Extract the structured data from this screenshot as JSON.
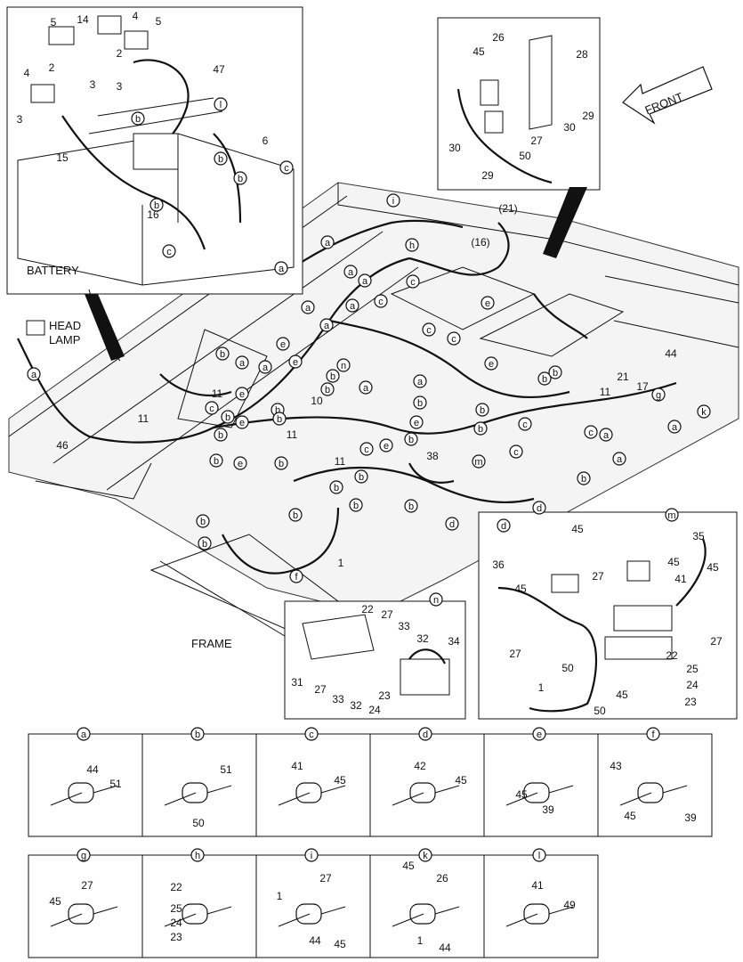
{
  "titles": {
    "battery": "BATTERY",
    "head_lamp_line1": "HEAD",
    "head_lamp_line2": "LAMP",
    "frame": "FRAME",
    "front": "FRONT"
  },
  "battery_labels": [
    "5",
    "14",
    "4",
    "5",
    "4",
    "2",
    "2",
    "3",
    "47",
    "3",
    "3",
    "l",
    "b",
    "15",
    "b",
    "b",
    "6",
    "c",
    "16",
    "b",
    "c"
  ],
  "inset_top_labels": [
    "26",
    "28",
    "45",
    "29",
    "27",
    "30",
    "30",
    "50",
    "29"
  ],
  "main_labels": [
    "i",
    "a",
    "h",
    "(21)",
    "(16)",
    "a",
    "a",
    "a",
    "a",
    "a",
    "c",
    "e",
    "a",
    "n",
    "c",
    "e",
    "c",
    "c",
    "e",
    "a",
    "a",
    "b",
    "e",
    "b",
    "b",
    "e",
    "c",
    "a",
    "a",
    "b",
    "b",
    "e",
    "11",
    "11",
    "b",
    "e",
    "10",
    "b",
    "b",
    "c",
    "b",
    "11",
    "e",
    "b",
    "b",
    "e",
    "b",
    "c",
    "b",
    "11",
    "b",
    "c",
    "b",
    "b",
    "38",
    "m",
    "b",
    "b",
    "b",
    "d",
    "d",
    "d",
    "b",
    "b",
    "f",
    "1",
    "44",
    "21",
    "11",
    "17",
    "g",
    "k",
    "a",
    "a",
    "c",
    "a",
    "b",
    "b",
    "a",
    "46"
  ],
  "inset_n_labels": [
    "n",
    "22",
    "27",
    "33",
    "32",
    "34",
    "31",
    "27",
    "33",
    "32",
    "24",
    "23"
  ],
  "inset_m_labels": [
    "m",
    "45",
    "35",
    "36",
    "27",
    "45",
    "45",
    "45",
    "41",
    "27",
    "27",
    "50",
    "22",
    "25",
    "24",
    "23",
    "1",
    "50",
    "45"
  ],
  "detail_panels": [
    {
      "key": "a",
      "parts": [
        "44",
        "51"
      ]
    },
    {
      "key": "b",
      "parts": [
        "51",
        "50"
      ]
    },
    {
      "key": "c",
      "parts": [
        "41",
        "45"
      ]
    },
    {
      "key": "d",
      "parts": [
        "42",
        "45"
      ]
    },
    {
      "key": "e",
      "parts": [
        "45",
        "39"
      ]
    },
    {
      "key": "f",
      "parts": [
        "43",
        "45",
        "39"
      ]
    },
    {
      "key": "g",
      "parts": [
        "27",
        "45"
      ]
    },
    {
      "key": "h",
      "parts": [
        "22",
        "25",
        "24",
        "23"
      ]
    },
    {
      "key": "i",
      "parts": [
        "27",
        "1",
        "44",
        "45"
      ]
    },
    {
      "key": "k",
      "parts": [
        "45",
        "26",
        "1",
        "44"
      ]
    },
    {
      "key": "l",
      "parts": [
        "41",
        "49"
      ]
    }
  ]
}
